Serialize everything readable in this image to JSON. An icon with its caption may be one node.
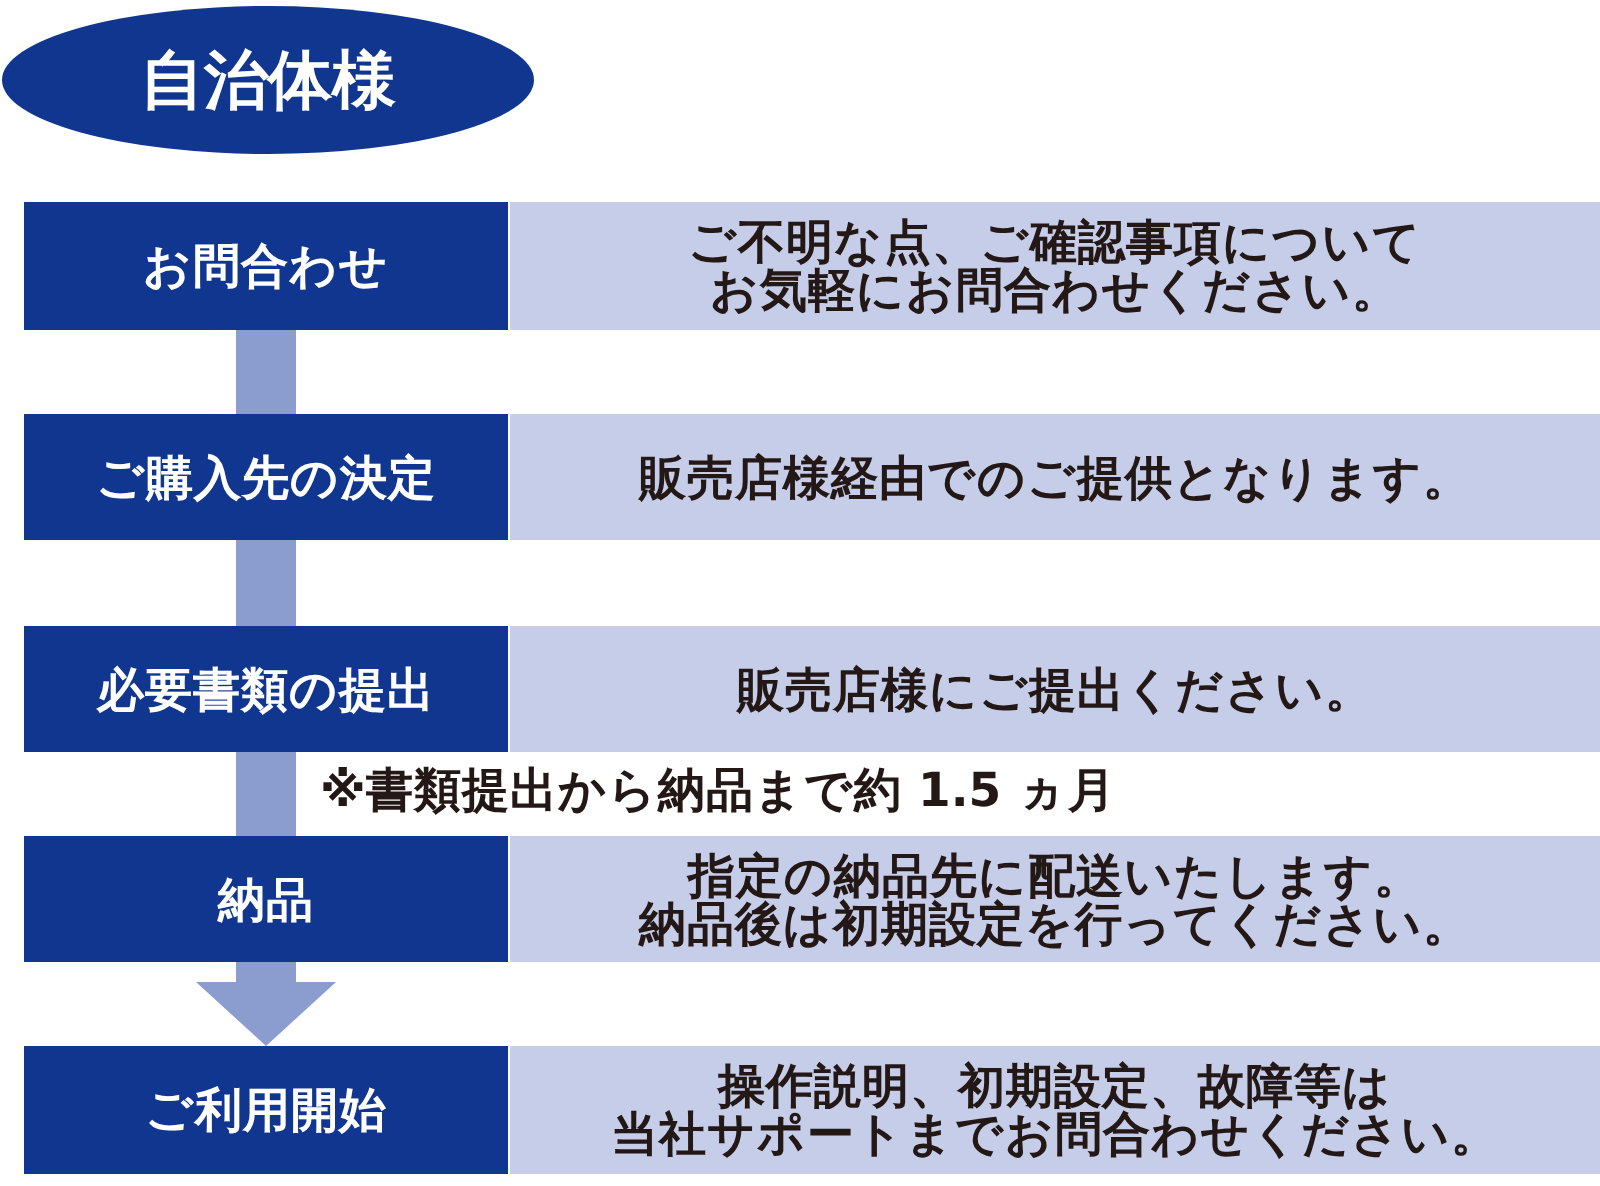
{
  "diagram": {
    "nodes": [
      {
        "text": [
          "自治体様"
        ]
      },
      {
        "text": [
          "お問合わせ"
        ]
      },
      {
        "text": [
          "ご不明な点、ご確認事項についてお気軽にお問合わせください。"
        ]
      },
      {
        "text": [
          "ご購入先の決定"
        ]
      },
      {
        "text": [
          "販売店様経由でのご提供となります。"
        ]
      },
      {
        "text": [
          "必要書類の提出"
        ]
      },
      {
        "text": [
          "販売店様にご提出ください。"
        ]
      },
      {
        "text": [
          "納品"
        ]
      },
      {
        "text": [
          "指定の納品先に配送いたします。納品後は初期設定を行ってください。"
        ]
      },
      {
        "text": [
          "ご利用開始"
        ]
      },
      {
        "text": [
          "操作説明、初期設定、故障等は当社サポートまでお問合わせください。"
        ]
      }
    ],
    "edges": [
      {
        "from": 1,
        "to": 3,
        "arrow": "none"
      },
      {
        "from": 3,
        "to": 5,
        "arrow": "none"
      },
      {
        "from": 5,
        "to": 7,
        "arrow": "none"
      },
      {
        "from": 7,
        "to": 9,
        "arrow": "to"
      }
    ],
    "labels": [
      "※書類提出から納品まで約 1.5 ヵ月"
    ]
  }
}
